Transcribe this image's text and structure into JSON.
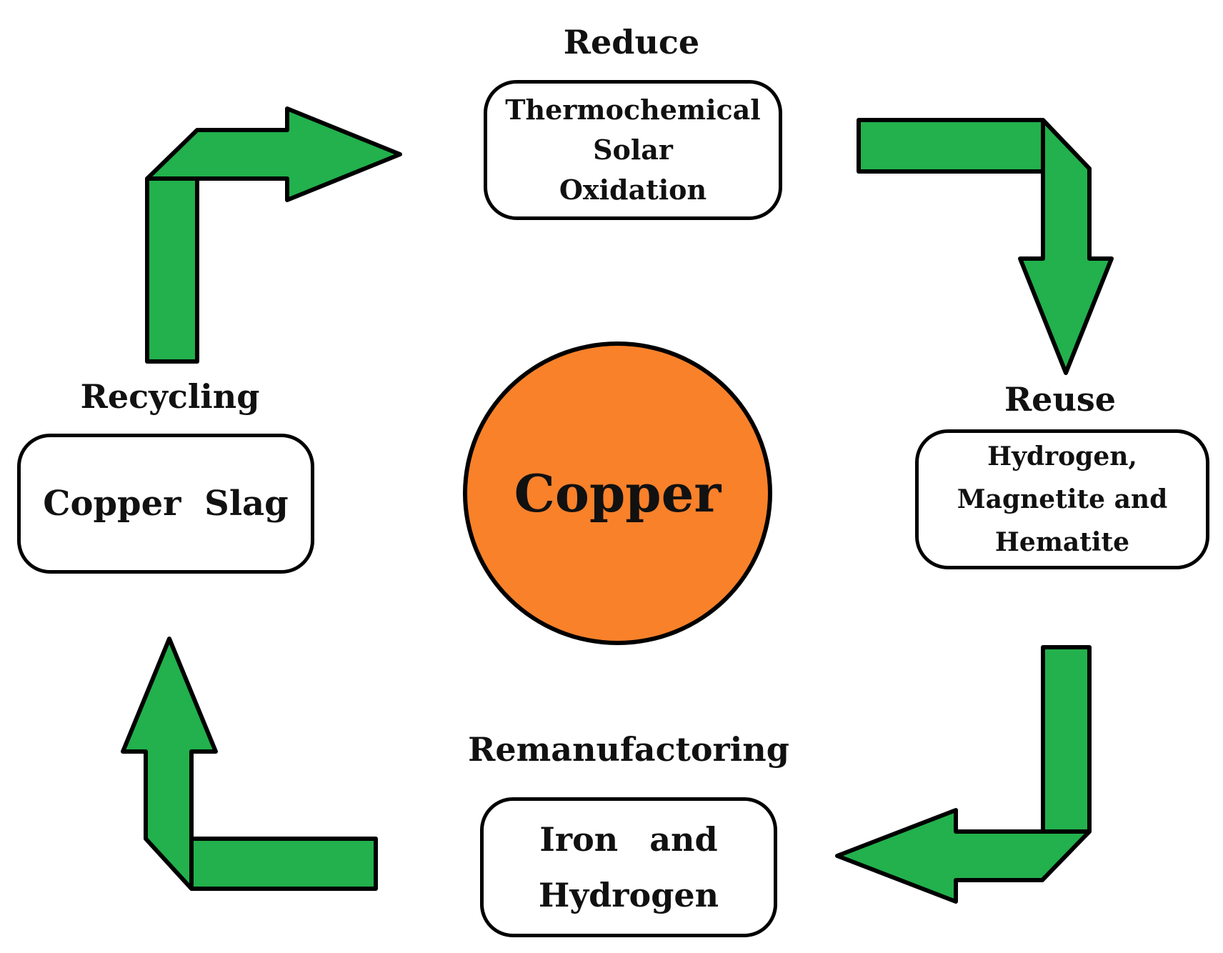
{
  "diagram": {
    "center": {
      "label": "Copper"
    },
    "stages": [
      {
        "heading": "Reduce",
        "box_lines": [
          "Thermochemical",
          "Solar",
          "Oxidation"
        ]
      },
      {
        "heading": "Reuse",
        "box_lines": [
          "Hydrogen,",
          "Magnetite and",
          "Hematite"
        ]
      },
      {
        "heading": "Remanufactoring",
        "box_lines": [
          "Iron and",
          "Hydrogen"
        ]
      },
      {
        "heading": "Recycling",
        "box_lines": [
          "Copper Slag"
        ]
      }
    ]
  },
  "colors": {
    "arrow": "#22b14c",
    "center": "#f9812a",
    "outline": "#000000",
    "box_fill": "#ffffff"
  },
  "icons": [
    "right-arrow-icon",
    "down-arrow-icon",
    "left-arrow-icon",
    "up-arrow-icon"
  ]
}
